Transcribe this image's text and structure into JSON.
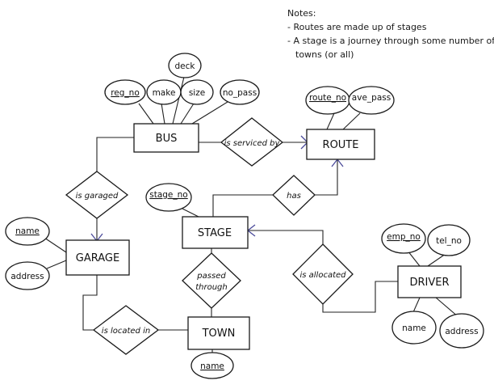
{
  "notes": {
    "heading": "Notes:",
    "lines": [
      "- Routes are made up of stages",
      "- A stage is a journey through some number of",
      "towns (or all)"
    ]
  },
  "entities": {
    "bus": "BUS",
    "route": "ROUTE",
    "garage": "GARAGE",
    "stage": "STAGE",
    "driver": "DRIVER",
    "town": "TOWN"
  },
  "relationships": {
    "is_serviced_by": "is serviced by",
    "is_garaged": "is garaged",
    "has": "has",
    "passed_through": [
      "passed",
      "through"
    ],
    "is_allocated": "is allocated",
    "is_located_in": "is located in"
  },
  "attributes": {
    "bus": {
      "reg_no": "reg_no",
      "make": "make",
      "deck": "deck",
      "size": "size",
      "no_pass": "no_pass"
    },
    "route": {
      "route_no": "route_no",
      "ave_pass": "ave_pass"
    },
    "garage": {
      "name": "name",
      "address": "address"
    },
    "stage": {
      "stage_no": "stage_no"
    },
    "driver": {
      "emp_no": "emp_no",
      "tel_no": "tel_no",
      "name": "name",
      "address": "address"
    },
    "town": {
      "name": "name"
    }
  },
  "key_attributes": [
    "bus.reg_no",
    "route.route_no",
    "garage.name",
    "stage.stage_no",
    "driver.emp_no",
    "town.name"
  ],
  "colors": {
    "line": "#222222",
    "arrow": "#4a4a9a",
    "background": "#ffffff"
  }
}
